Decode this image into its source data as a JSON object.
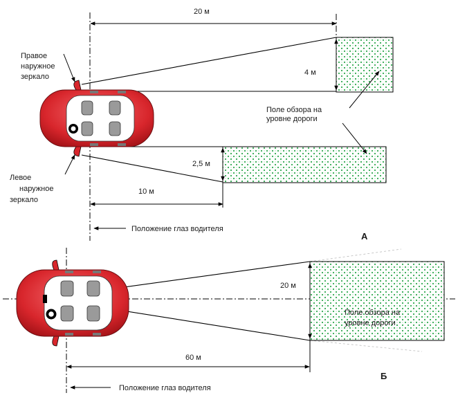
{
  "diagram_a": {
    "panel_letter": "А",
    "distance_top": "20 м",
    "width_right": "4 м",
    "width_left": "2,5 м",
    "distance_bottom": "10 м",
    "right_mirror_label": [
      "Правое",
      "наружное",
      "зеркало"
    ],
    "left_mirror_label": [
      "Левое",
      "наружное",
      "зеркало"
    ],
    "field_label": [
      "Поле обзора на",
      "уровне дороги"
    ],
    "eye_position_label": "Положение глаз водителя"
  },
  "diagram_b": {
    "panel_letter": "Б",
    "width": "20 м",
    "distance": "60 м",
    "field_label": [
      "Поле обзора на",
      "уровне дороги"
    ],
    "eye_position_label": "Положение глаз водителя"
  },
  "colors": {
    "car_body": "#d8262c",
    "field_dots": "#2fa84f",
    "lines": "#000000"
  }
}
